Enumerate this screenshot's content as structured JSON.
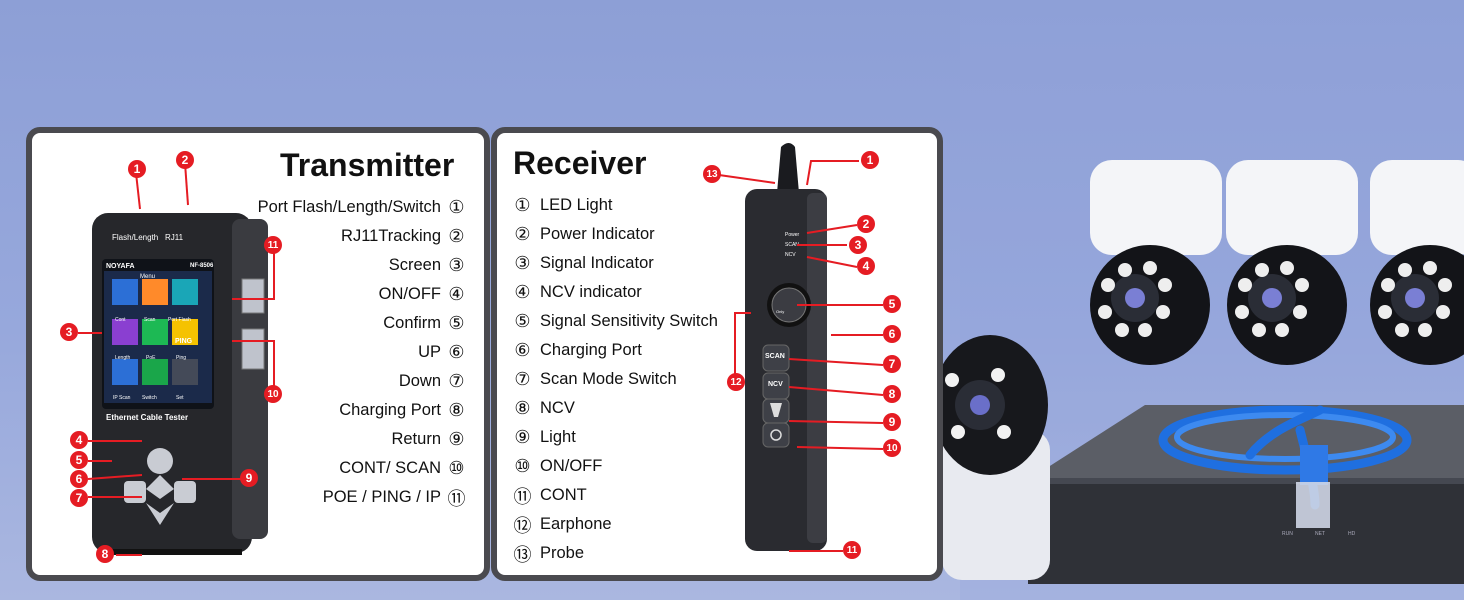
{
  "transmitter": {
    "title": "Transmitter",
    "items": [
      {
        "label": "Port Flash/Length/Switch",
        "num": "①"
      },
      {
        "label": "RJ11Tracking",
        "num": "②"
      },
      {
        "label": "Screen",
        "num": "③"
      },
      {
        "label": "ON/OFF",
        "num": "④"
      },
      {
        "label": "Confirm",
        "num": "⑤"
      },
      {
        "label": "UP",
        "num": "⑥"
      },
      {
        "label": "Down",
        "num": "⑦"
      },
      {
        "label": "Charging Port",
        "num": "⑧"
      },
      {
        "label": "Return",
        "num": "⑨"
      },
      {
        "label": "CONT/ SCAN",
        "num": "⑩"
      },
      {
        "label": "POE / PING / IP",
        "num": "⑪"
      }
    ],
    "device": {
      "top_labels": [
        "Flash/Length",
        "RJ11"
      ],
      "brand": "NOYAFA",
      "model": "NF-8506",
      "menu": "Menu",
      "tiles": [
        "Cont",
        "Scan",
        "Port Flash",
        "Length",
        "PoE",
        "Ping",
        "IP Scan",
        "Switch",
        "Set"
      ],
      "ping_tile": "PING",
      "name": "Ethernet Cable Tester"
    },
    "badges": [
      "1",
      "2",
      "3",
      "4",
      "5",
      "6",
      "7",
      "8",
      "9",
      "10",
      "11"
    ]
  },
  "receiver": {
    "title": "Receiver",
    "items": [
      {
        "label": "LED Light",
        "num": "①"
      },
      {
        "label": "Power Indicator",
        "num": "②"
      },
      {
        "label": "Signal Indicator",
        "num": "③"
      },
      {
        "label": "NCV indicator",
        "num": "④"
      },
      {
        "label": "Signal Sensitivity Switch",
        "num": "⑤"
      },
      {
        "label": "Charging Port",
        "num": "⑥"
      },
      {
        "label": "Scan Mode Switch",
        "num": "⑦"
      },
      {
        "label": "NCV",
        "num": "⑧"
      },
      {
        "label": "Light",
        "num": "⑨"
      },
      {
        "label": "ON/OFF",
        "num": "⑩"
      },
      {
        "label": "CONT",
        "num": "⑪"
      },
      {
        "label": "Earphone",
        "num": "⑫"
      },
      {
        "label": "Probe",
        "num": "⑬"
      }
    ],
    "device": {
      "indicators": [
        "Power",
        "SCAN",
        "NCV"
      ],
      "knob": "Only",
      "buttons": [
        "SCAN",
        "NCV"
      ]
    },
    "badges": [
      "1",
      "2",
      "3",
      "4",
      "5",
      "6",
      "7",
      "8",
      "9",
      "10",
      "11",
      "12",
      "13"
    ]
  },
  "background": {
    "nvr_labels": [
      "RUN",
      "NET",
      "HD"
    ]
  },
  "colors": {
    "badge": "#e51c23",
    "panel_border": "#4a4a4f",
    "cable": "#1f6fe0",
    "background": "#93a5da"
  }
}
